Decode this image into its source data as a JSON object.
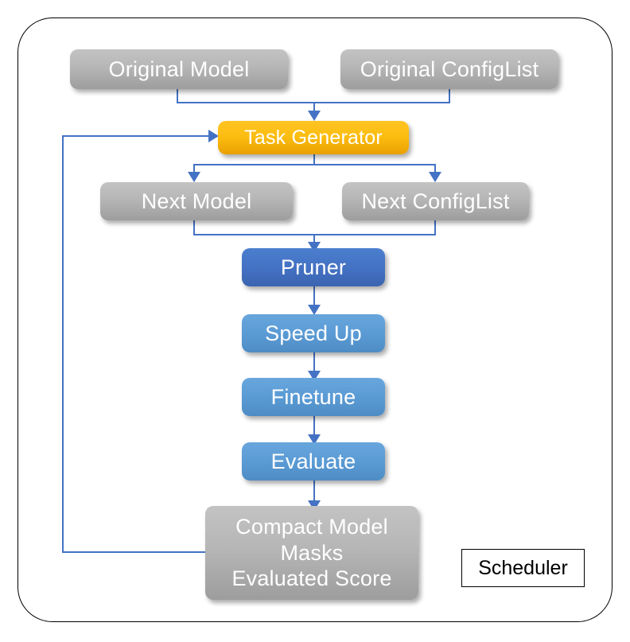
{
  "diagram": {
    "title": "Scheduler",
    "container_label": "Scheduler",
    "colors": {
      "gray_node": "#b6b6b6",
      "yellow_node": "#ffc000",
      "blue_dark_node": "#4472c4",
      "blue_light_node": "#5b9bd5",
      "connector": "#4472c4",
      "frame_border": "#000000",
      "node_text": "#ffffff",
      "tag_text": "#000000",
      "background": "#ffffff"
    },
    "nodes": [
      {
        "id": "original-model",
        "label": "Original Model",
        "kind": "gray"
      },
      {
        "id": "original-configlist",
        "label": "Original ConfigList",
        "kind": "gray"
      },
      {
        "id": "task-generator",
        "label": "Task Generator",
        "kind": "yellow"
      },
      {
        "id": "next-model",
        "label": "Next Model",
        "kind": "gray"
      },
      {
        "id": "next-configlist",
        "label": "Next ConfigList",
        "kind": "gray"
      },
      {
        "id": "pruner",
        "label": "Pruner",
        "kind": "blue-dark"
      },
      {
        "id": "speed-up",
        "label": "Speed Up",
        "kind": "blue-light"
      },
      {
        "id": "finetune",
        "label": "Finetune",
        "kind": "blue-light"
      },
      {
        "id": "evaluate",
        "label": "Evaluate",
        "kind": "blue-light"
      },
      {
        "id": "compact-model",
        "label": "Compact Model\nMasks\nEvaluated Score",
        "kind": "gray"
      }
    ],
    "edges": [
      {
        "from": "original-model",
        "to": "task-generator",
        "style": "merge"
      },
      {
        "from": "original-configlist",
        "to": "task-generator",
        "style": "merge"
      },
      {
        "from": "task-generator",
        "to": "next-model",
        "style": "split"
      },
      {
        "from": "task-generator",
        "to": "next-configlist",
        "style": "split"
      },
      {
        "from": "next-model",
        "to": "pruner",
        "style": "merge"
      },
      {
        "from": "next-configlist",
        "to": "pruner",
        "style": "merge"
      },
      {
        "from": "pruner",
        "to": "speed-up",
        "style": "straight"
      },
      {
        "from": "speed-up",
        "to": "finetune",
        "style": "straight"
      },
      {
        "from": "finetune",
        "to": "evaluate",
        "style": "straight"
      },
      {
        "from": "evaluate",
        "to": "compact-model",
        "style": "straight"
      },
      {
        "from": "compact-model",
        "to": "task-generator",
        "style": "feedback-loop"
      }
    ]
  }
}
